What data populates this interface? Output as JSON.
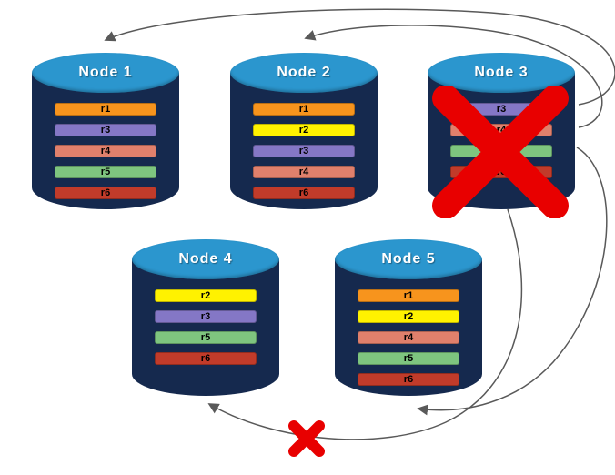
{
  "diagram": {
    "description": "Replicated records distributed across five database nodes; Node 3 has failed",
    "nodes": [
      {
        "name": "Node 1",
        "failed": false,
        "records": [
          {
            "label": "r1",
            "color": "#F7941D"
          },
          {
            "label": "r3",
            "color": "#8477C6"
          },
          {
            "label": "r4",
            "color": "#E0806C"
          },
          {
            "label": "r5",
            "color": "#7EC57F"
          },
          {
            "label": "r6",
            "color": "#C13B2A"
          }
        ]
      },
      {
        "name": "Node 2",
        "failed": false,
        "records": [
          {
            "label": "r1",
            "color": "#F7941D"
          },
          {
            "label": "r2",
            "color": "#FFF200"
          },
          {
            "label": "r3",
            "color": "#8477C6"
          },
          {
            "label": "r4",
            "color": "#E0806C"
          },
          {
            "label": "r6",
            "color": "#C13B2A"
          }
        ]
      },
      {
        "name": "Node 3",
        "failed": true,
        "records": [
          {
            "label": "r3",
            "color": "#8477C6"
          },
          {
            "label": "r4",
            "color": "#E0806C"
          },
          {
            "label": "r5",
            "color": "#7EC57F"
          },
          {
            "label": "r6",
            "color": "#C13B2A"
          }
        ]
      },
      {
        "name": "Node 4",
        "failed": false,
        "records": [
          {
            "label": "r2",
            "color": "#FFF200"
          },
          {
            "label": "r3",
            "color": "#8477C6"
          },
          {
            "label": "r5",
            "color": "#7EC57F"
          },
          {
            "label": "r6",
            "color": "#C13B2A"
          }
        ]
      },
      {
        "name": "Node 5",
        "failed": false,
        "records": [
          {
            "label": "r1",
            "color": "#F7941D"
          },
          {
            "label": "r2",
            "color": "#FFF200"
          },
          {
            "label": "r4",
            "color": "#E0806C"
          },
          {
            "label": "r5",
            "color": "#7EC57F"
          },
          {
            "label": "r6",
            "color": "#C13B2A"
          }
        ]
      }
    ],
    "colors": {
      "cylinder_body": "#15294E",
      "cylinder_top": "#2B96CE",
      "title_text": "#FFFFFF",
      "record_text": "#000000",
      "arrow": "#595959",
      "failure_x": "#E80000"
    },
    "icons": {
      "node_failure": "large-red-x",
      "transfer_failure": "small-red-x"
    }
  }
}
